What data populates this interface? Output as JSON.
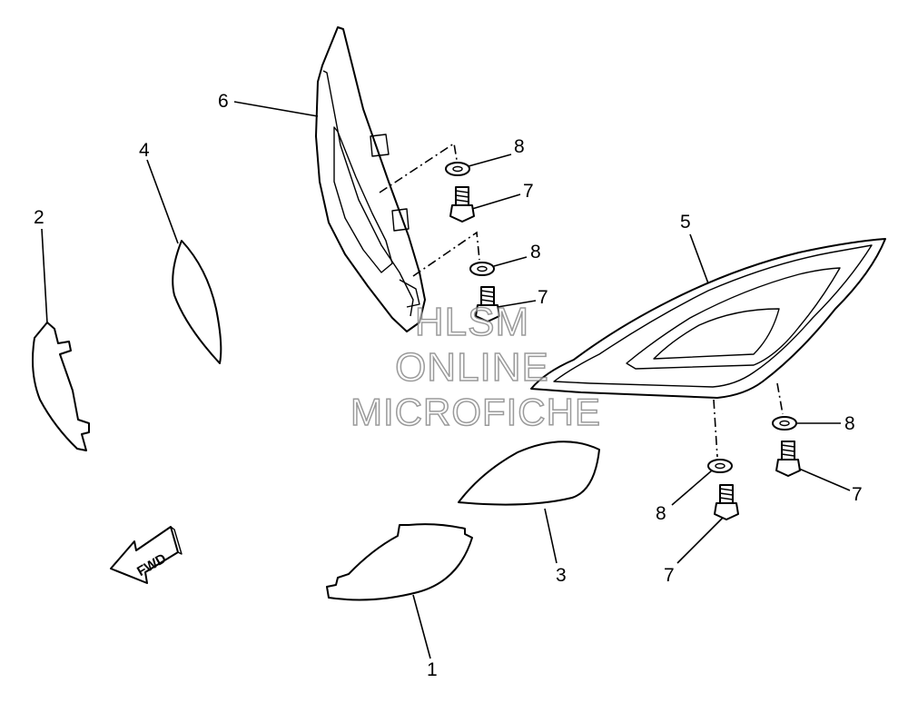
{
  "callouts": {
    "part1": "1",
    "part2": "2",
    "part3": "3",
    "part4": "4",
    "part5": "5",
    "part6": "6",
    "bolt_upper": "7",
    "bolt_middle": "7",
    "bolt_lower": "7",
    "bolt_right": "7",
    "washer_upper": "8",
    "washer_middle": "8",
    "washer_right": "8",
    "washer_lower": "8"
  },
  "fwd_label": "FWD",
  "watermark": {
    "line1": "HLSM",
    "line2": "ONLINE",
    "line3": "MICROFICHE"
  },
  "colors": {
    "line": "#000000",
    "background": "#ffffff",
    "watermark_outline": "#787878"
  }
}
